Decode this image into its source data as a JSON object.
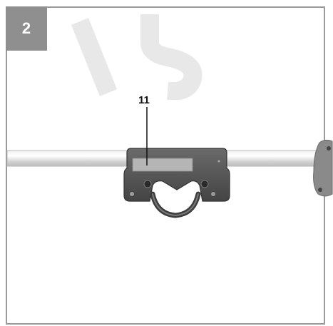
{
  "step": {
    "number": "2"
  },
  "callouts": [
    {
      "label": "11"
    }
  ],
  "watermark": {
    "text": "15"
  },
  "colors": {
    "frame": "#9a9a9a",
    "badge": "#8f8f8f",
    "watermark": "#e6e6e6",
    "clip_body": "#555555",
    "tube": "#d9d9d9"
  }
}
